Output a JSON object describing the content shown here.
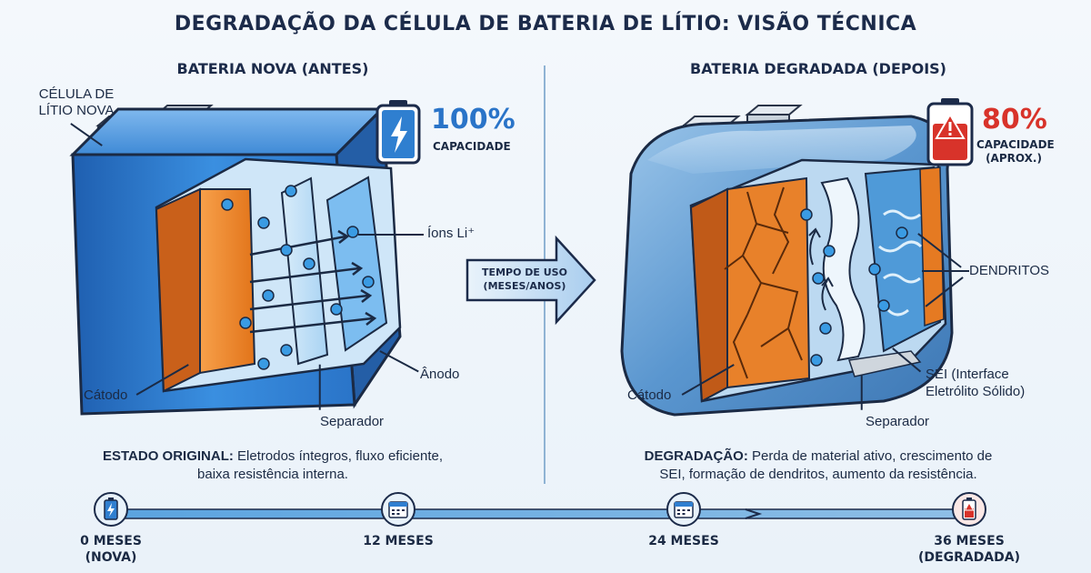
{
  "title": "DEGRADAÇÃO DA CÉLULA DE BATERIA DE LÍTIO: VISÃO TÉCNICA",
  "left_panel": {
    "heading": "BATERIA NOVA (ANTES)",
    "cell_label_line1": "CÉLULA DE",
    "cell_label_line2": "LÍTIO NOVA",
    "capacity_value": "100%",
    "capacity_label": "CAPACIDADE",
    "labels": {
      "ions": "Íons Li⁺",
      "anode": "Ânodo",
      "cathode": "Cátodo",
      "separator": "Separador"
    },
    "state_title": "ESTADO ORIGINAL:",
    "state_text_1": " Eletrodos íntegros, fluxo eficiente,",
    "state_text_2": "baixa resistência interna."
  },
  "arrow": {
    "line1": "TEMPO DE USO",
    "line2": "(MESES/ANOS)"
  },
  "right_panel": {
    "heading": "BATERIA DEGRADADA (DEPOIS)",
    "capacity_value": "80%",
    "capacity_label_1": "CAPACIDADE",
    "capacity_label_2": "(APROX.)",
    "labels": {
      "dendrites": "DENDRITOS",
      "sei_1": "SEI (Interface",
      "sei_2": "Eletrólito Sólido)",
      "cathode": "Cátodo",
      "separator": "Separador"
    },
    "state_title": "DEGRADAÇÃO:",
    "state_text_1": " Perda de material ativo, crescimento de",
    "state_text_2": "SEI, formação de dendritos, aumento da resistência."
  },
  "timeline": {
    "points": [
      {
        "line1": "0 MESES",
        "line2": "(NOVA)",
        "icon": "battery-full-icon"
      },
      {
        "line1": "12 MESES",
        "line2": "",
        "icon": "calendar-icon"
      },
      {
        "line1": "24 MESES",
        "line2": "",
        "icon": "calendar-icon"
      },
      {
        "line1": "36 MESES",
        "line2": "(DEGRADADA)",
        "icon": "battery-warning-icon"
      }
    ]
  },
  "colors": {
    "casing_blue": "#2f7fd0",
    "cathode_orange": "#f08a2c",
    "warning_red": "#d8332a",
    "navy": "#1c2b4a",
    "ion_blue": "#3a9be3"
  }
}
